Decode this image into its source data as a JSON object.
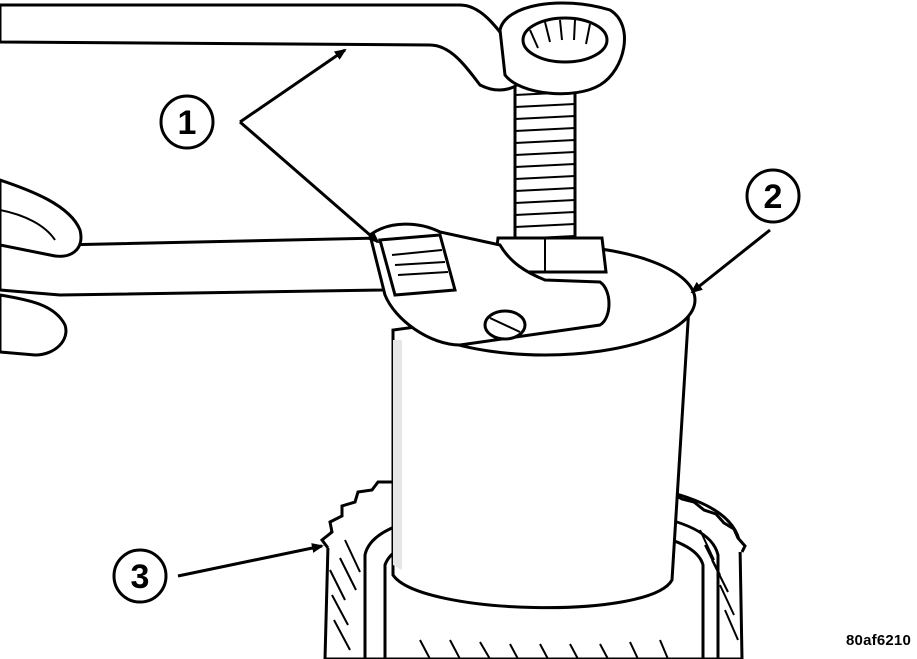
{
  "callouts": [
    {
      "label": "1",
      "name": "wrenches"
    },
    {
      "label": "2",
      "name": "tool-cup"
    },
    {
      "label": "3",
      "name": "gear"
    }
  ],
  "figure_code": "80af6210",
  "colors": {
    "line": "#000000",
    "fill": "#ffffff",
    "shade": "#e6e6e6"
  }
}
